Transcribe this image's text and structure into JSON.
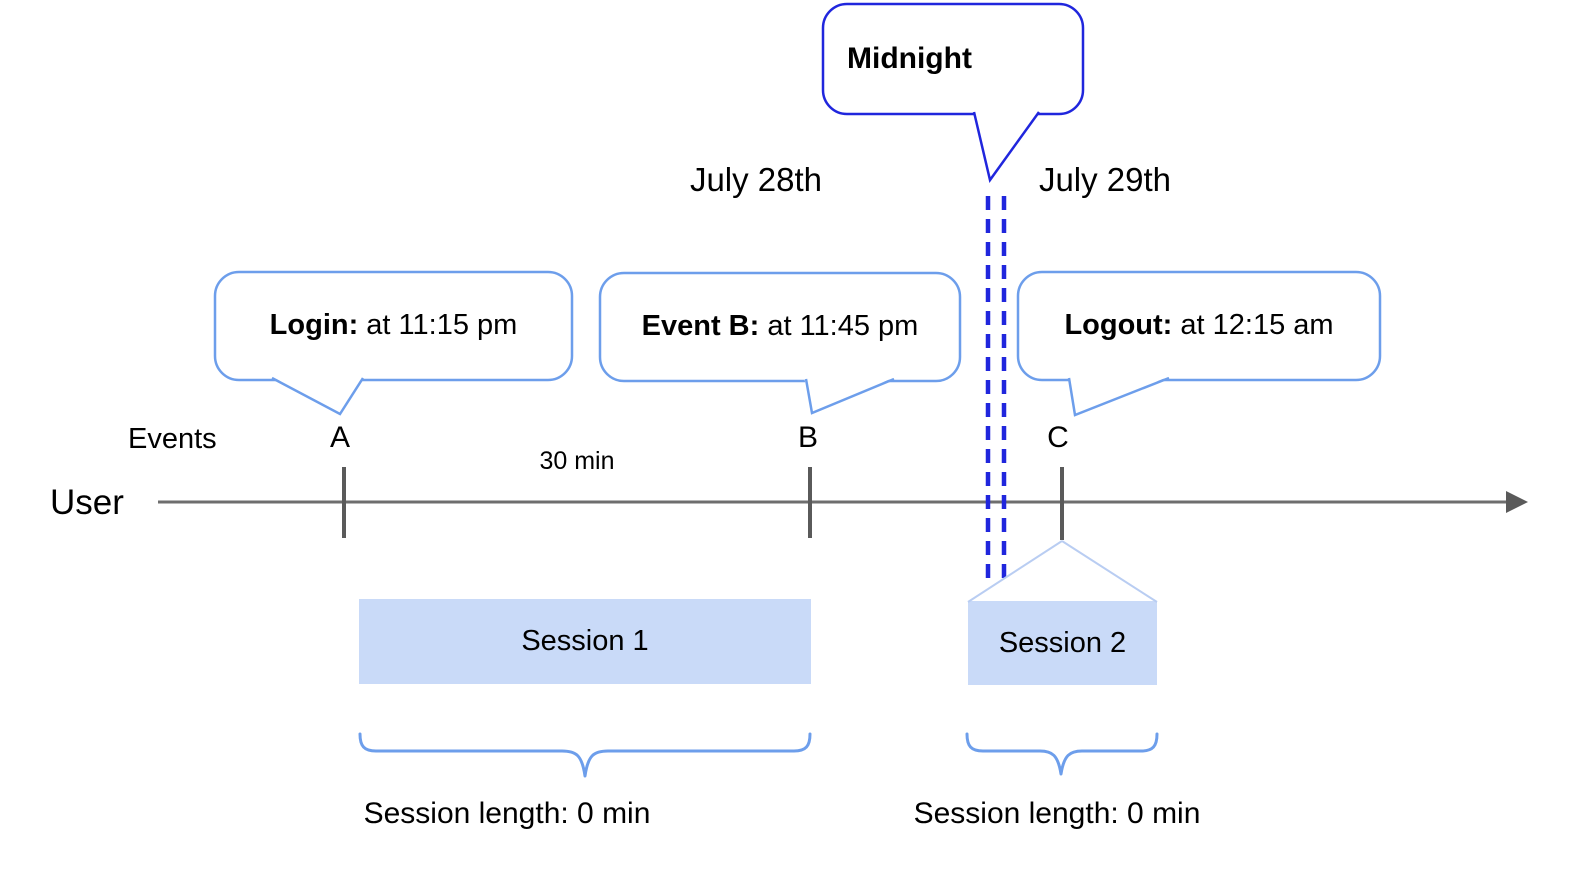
{
  "diagram": {
    "dates": {
      "day1": "July 28th",
      "day2": "July 29th"
    },
    "midnight_label": "Midnight",
    "callouts": {
      "login": {
        "bold": "Login:",
        "rest": " at 11:15 pm"
      },
      "event_b": {
        "bold": "Event B:",
        "rest": " at 11:45 pm"
      },
      "logout": {
        "bold": "Logout:",
        "rest": " at 12:15 am"
      }
    },
    "timeline": {
      "row_label": "User",
      "events_label": "Events",
      "marker_a": "A",
      "marker_b": "B",
      "marker_c": "C",
      "interval_label": "30 min"
    },
    "sessions": {
      "s1": {
        "label": "Session 1",
        "length": "Session length: 0 min"
      },
      "s2": {
        "label": "Session 2",
        "length": "Session length: 0 min"
      }
    },
    "colors": {
      "callout_border_light": "#6d9eeb",
      "callout_border_dark": "#2026dd",
      "midnight_dash": "#2026dd",
      "session_fill": "#c9daf8",
      "session_bracket": "#6d9eeb",
      "session_cone": "#b9cdf2",
      "axis": "#6e6e6e",
      "text": "#000000"
    }
  }
}
